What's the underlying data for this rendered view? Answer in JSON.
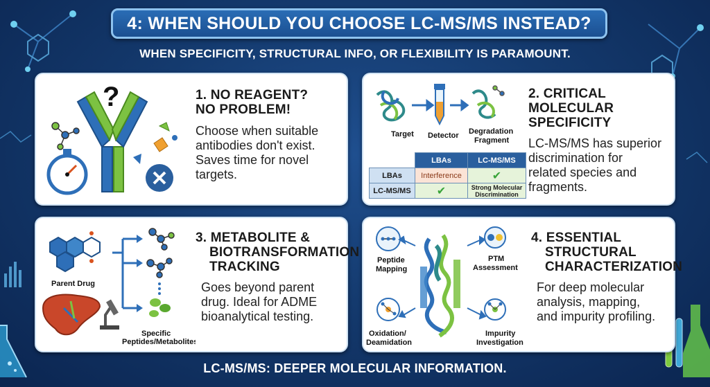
{
  "title": "4: WHEN SHOULD YOU CHOOSE LC-MS/MS INSTEAD?",
  "subtitle": "WHEN SPECIFICITY, STRUCTURAL INFO, OR FLEXIBILITY IS PARAMOUNT.",
  "footer": "LC-MS/MS: DEEPER MOLECULAR INFORMATION.",
  "cards": [
    {
      "title_line1": "1. NO REAGENT?",
      "title_line2": "NO PROBLEM!",
      "body_lines": [
        "Choose when suitable",
        "antibodies don't exist.",
        "Saves time for novel",
        "targets."
      ]
    },
    {
      "title_line1": "2. CRITICAL",
      "title_line2": "MOLECULAR",
      "title_line3": "SPECIFICITY",
      "body_lines": [
        "LC-MS/MS has superior",
        "discrimination for",
        "related species and",
        "fragments."
      ],
      "illus_labels": {
        "target": "Target",
        "detector": "Detector",
        "fragment_line1": "Degradation",
        "fragment_line2": "Fragment"
      },
      "table": {
        "col_headers": [
          "LBAs",
          "LC-MS/MS"
        ],
        "row1_label": "LBAs",
        "row1_cell": "Interference",
        "row2_label": "LC-MS/MS",
        "row2_cell_line1": "Strong Molecular",
        "row2_cell_line2": "Discrimination",
        "check_glyph": "✔"
      }
    },
    {
      "title_line1": "3. METABOLITE &",
      "title_line2": "BIOTRANSFORMATION",
      "title_line3": "TRACKING",
      "body_lines": [
        "Goes beyond parent",
        "drug. Ideal for ADME",
        "bioanalytical testing."
      ],
      "illus_labels": {
        "parent": "Parent Drug",
        "specific_line1": "Specific",
        "specific_line2": "Peptides/Metabolites"
      }
    },
    {
      "title_line1": "4. ESSENTIAL",
      "title_line2": "STRUCTURAL",
      "title_line3": "CHARACTERIZATION",
      "body_lines": [
        "For deep molecular",
        "analysis, mapping,",
        "and impurity profiling."
      ],
      "illus_labels": {
        "peptide_line1": "Peptide",
        "peptide_line2": "Mapping",
        "ptm_line1": "PTM",
        "ptm_line2": "Assessment",
        "ox_line1": "Oxidation/",
        "ox_line2": "Deamidation",
        "imp_line1": "Impurity",
        "imp_line2": "Investigation"
      }
    }
  ],
  "colors": {
    "background": "#143a6e",
    "banner": "#1b4f91",
    "antibody_blue": "#2e6fb8",
    "antibody_green": "#7cc242",
    "check": "#3aa43a",
    "x_badge": "#2a5f9e"
  }
}
